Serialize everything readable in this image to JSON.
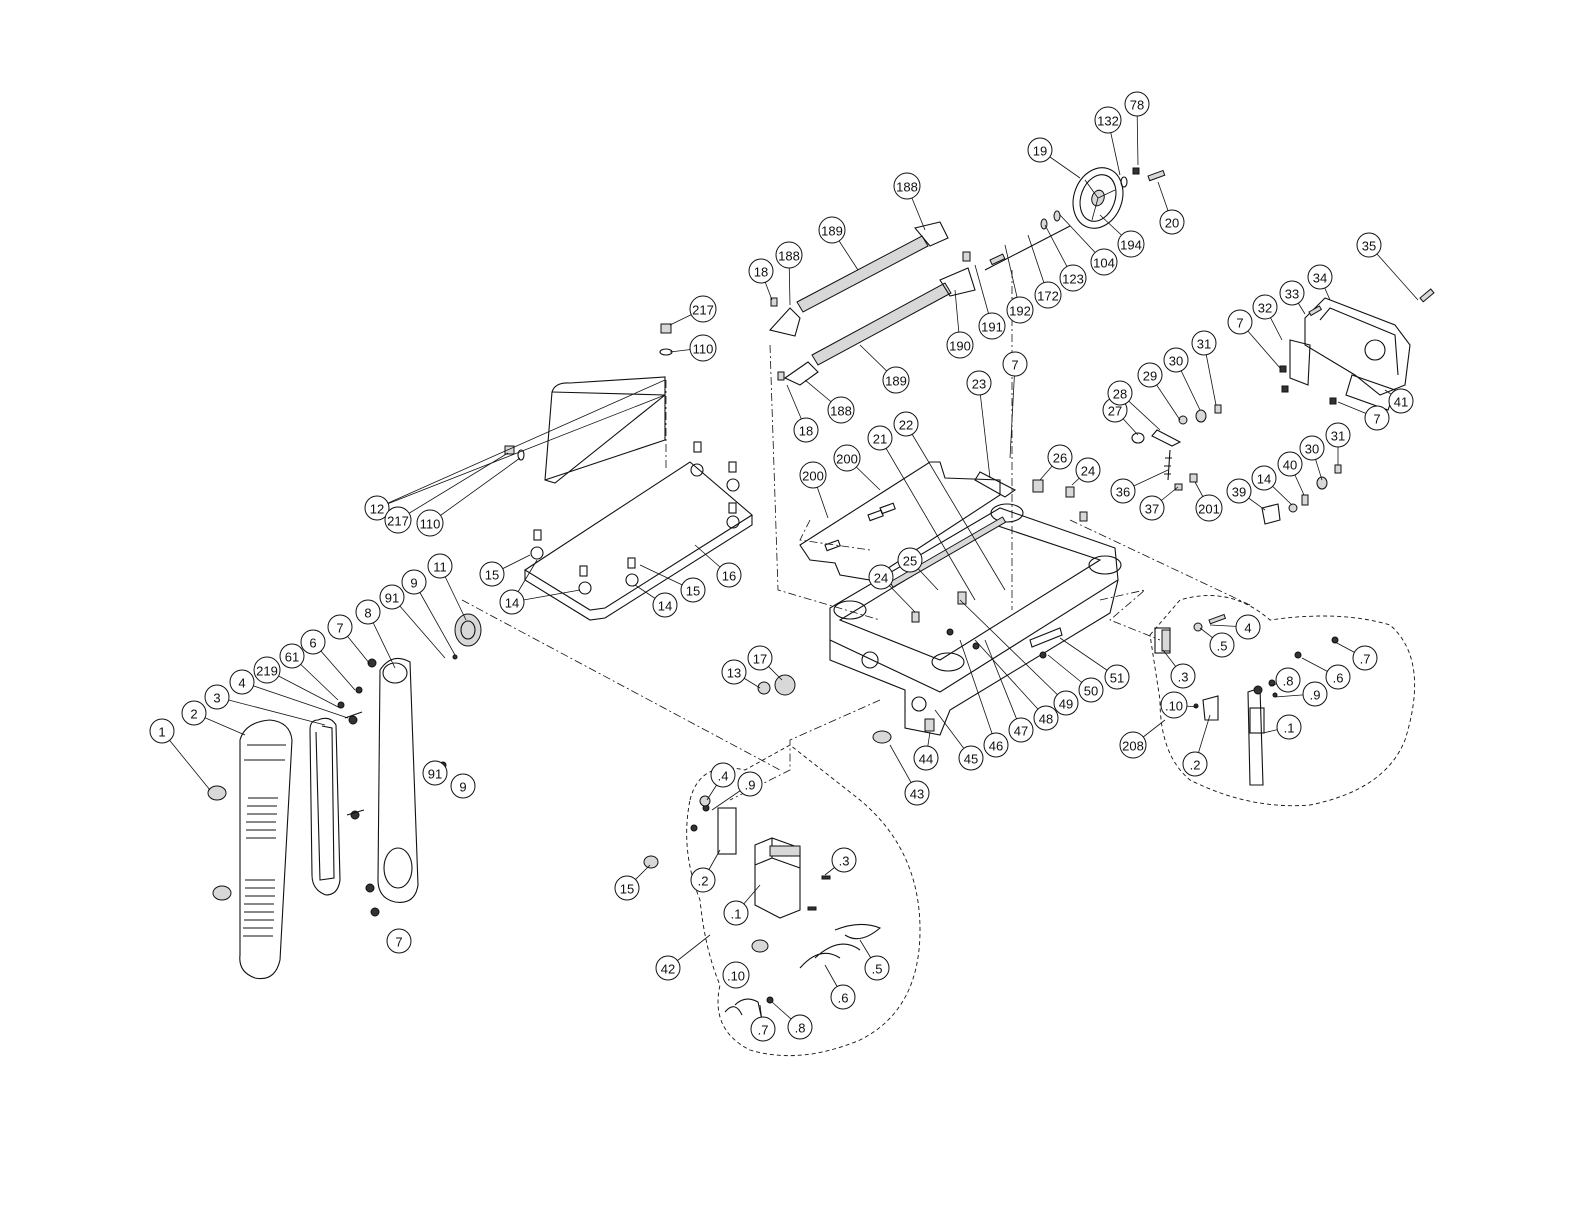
{
  "diagram": {
    "type": "exploded-parts-diagram",
    "callouts": [
      "1",
      "2",
      "3",
      "4",
      "219",
      "61",
      "6",
      "7",
      "8",
      "91",
      "9",
      "11",
      "91",
      "9",
      "7",
      "12",
      "217",
      "110",
      "217",
      "110",
      "14",
      "15",
      "14",
      "15",
      "16",
      "13",
      "17",
      "18",
      "188",
      "189",
      "188",
      "189",
      "18",
      "188",
      "19",
      "132",
      "78",
      "20",
      "194",
      "104",
      "123",
      "172",
      "192",
      "191",
      "190",
      "200",
      "200",
      "21",
      "22",
      "23",
      "7",
      "24",
      "25",
      "24",
      "26",
      "27",
      "28",
      "29",
      "30",
      "31",
      "36",
      "37",
      "201",
      "7",
      "32",
      "33",
      "34",
      "35",
      "41",
      "7",
      "39",
      "14",
      "40",
      "30",
      "31",
      "43",
      "44",
      "45",
      "46",
      "47",
      "48",
      "49",
      "50",
      "51",
      ".4",
      ".9",
      "15",
      ".3",
      ".2",
      ".1",
      "42",
      ".10",
      ".6",
      ".5",
      ".7",
      ".8",
      "4",
      ".5",
      ".3",
      ".7",
      ".8",
      ".6",
      ".9",
      ".10",
      ".1",
      "208",
      ".2"
    ]
  }
}
